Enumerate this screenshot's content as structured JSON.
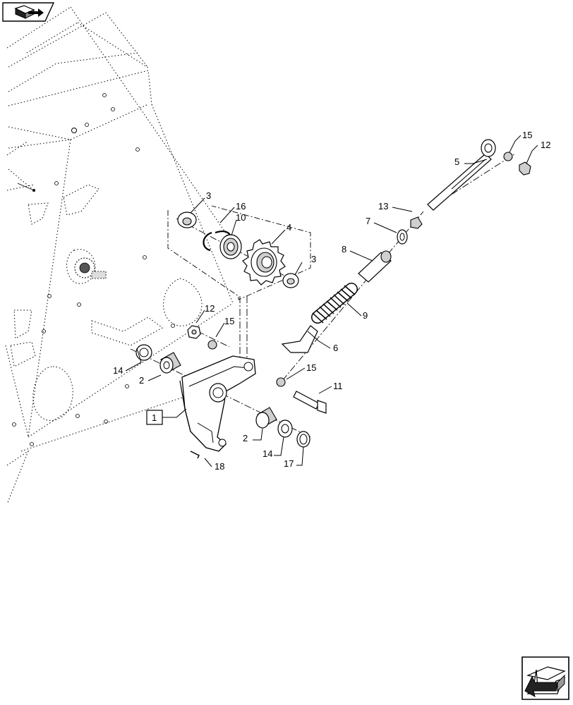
{
  "navigation": {
    "top_left_icon": "exploded-view-icon",
    "bottom_right_icon": "back-arrow-icon"
  },
  "callouts": {
    "c1": "1",
    "c2a": "2",
    "c2b": "2",
    "c3a": "3",
    "c3b": "3",
    "c4": "4",
    "c5": "5",
    "c6": "6",
    "c7": "7",
    "c8": "8",
    "c9": "9",
    "c10": "10",
    "c11": "11",
    "c12a": "12",
    "c12b": "12",
    "c13": "13",
    "c14a": "14",
    "c14b": "14",
    "c15a": "15",
    "c15b": "15",
    "c15c": "15",
    "c16": "16",
    "c17": "17",
    "c18": "18"
  }
}
